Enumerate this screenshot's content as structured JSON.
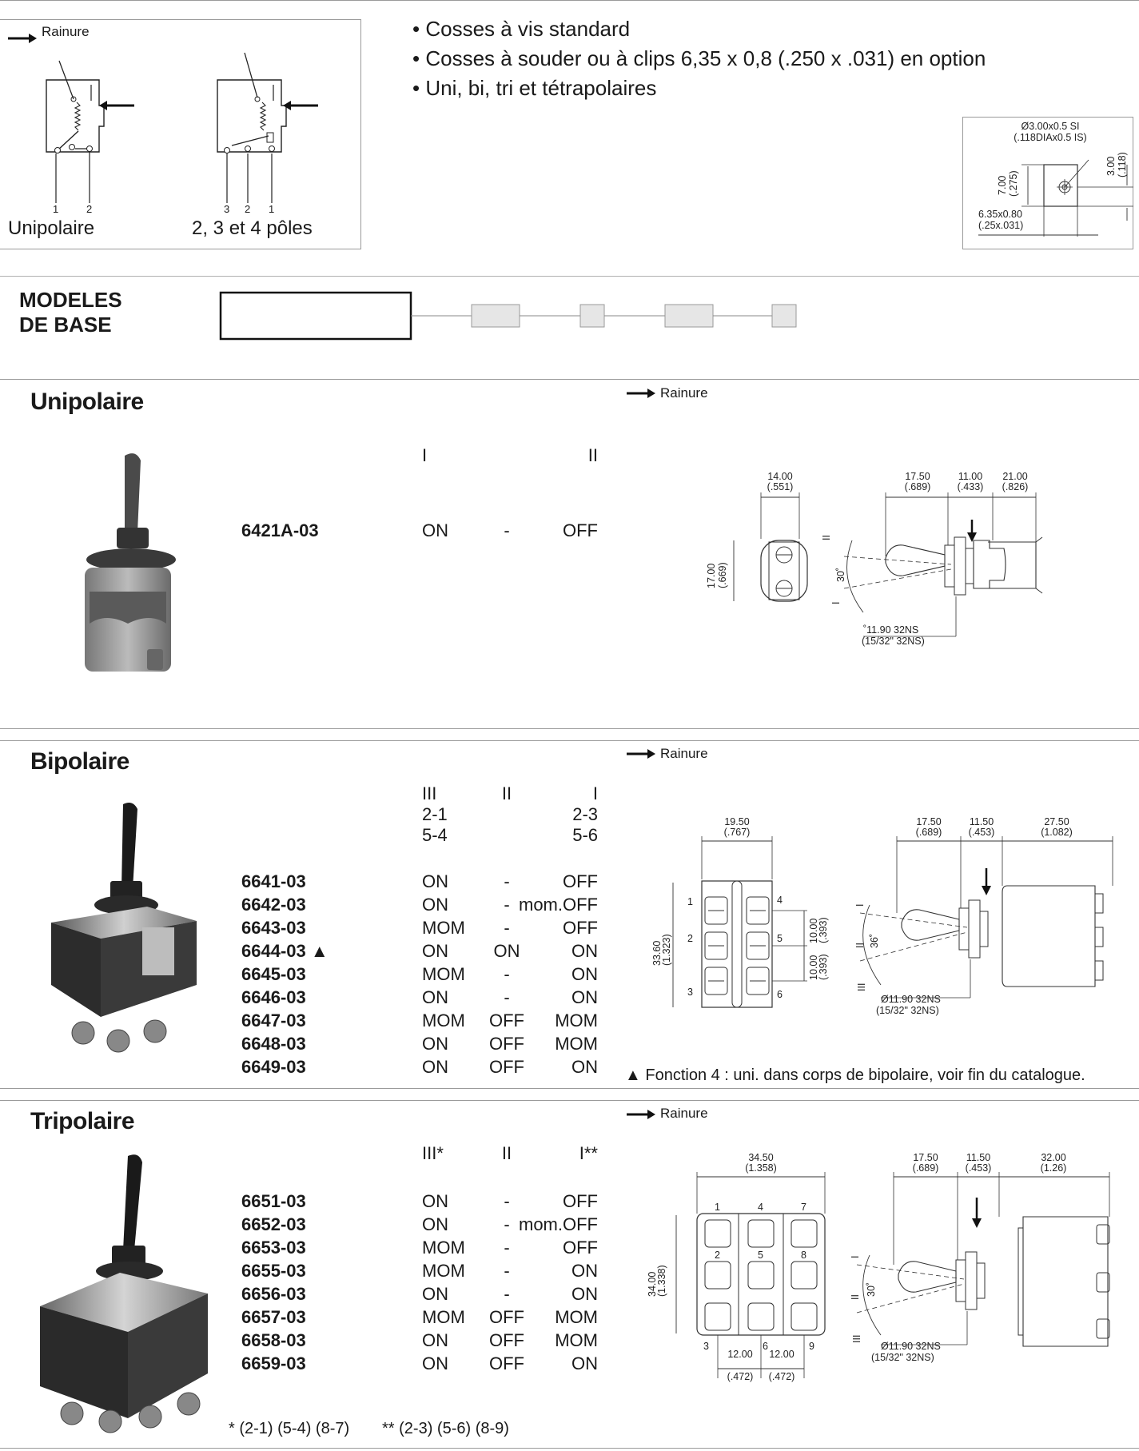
{
  "schematic": {
    "legend_label": "Rainure",
    "left_caption": "Unipolaire",
    "left_pins": [
      "1",
      "2"
    ],
    "right_caption": "2, 3 et 4 pôles",
    "right_pins": [
      "3",
      "2",
      "1"
    ]
  },
  "features": [
    "• Cosses à vis standard",
    "• Cosses à souder ou à clips 6,35 x 0,8 (.250 x .031) en option",
    "• Uni, bi, tri et tétrapolaires"
  ],
  "terminal_detail": {
    "hole": "Ø3.00x0.5 SI",
    "hole_in": "(.118DIAx0.5 IS)",
    "height": "7.00",
    "height_in": "(.275)",
    "offset": "3.00",
    "offset_in": "(.118)",
    "blade": "6.35x0.80",
    "blade_in": "(.25x.031)"
  },
  "base_models": {
    "label_line1": "MODELES",
    "label_line2": "DE  BASE"
  },
  "sections": [
    {
      "id": "unipolaire",
      "title": "Unipolaire",
      "rainure": "Rainure",
      "headers": [
        "I",
        "",
        "II"
      ],
      "rows": [
        {
          "model": "6421A-03",
          "c1": "ON",
          "c2": "-",
          "c3": "OFF"
        }
      ],
      "dims": {
        "width": "14.00",
        "width_in": "(.551)",
        "height": "17.00",
        "height_in": "(.669)",
        "d1": "17.50",
        "d1_in": "(.689)",
        "d2": "11.00",
        "d2_in": "(.433)",
        "d3": "21.00",
        "d3_in": "(.826)",
        "angle": "30˚",
        "thread": "˚11.90 32NS",
        "thread_in": "(15/32\" 32NS)",
        "pos_top": "II",
        "pos_bottom": "I"
      }
    },
    {
      "id": "bipolaire",
      "title": "Bipolaire",
      "rainure": "Rainure",
      "headers": [
        "III",
        "II",
        "I"
      ],
      "subheaders": [
        {
          "left": "2-1",
          "right": "2-3"
        },
        {
          "left": "5-4",
          "right": "5-6"
        }
      ],
      "rows": [
        {
          "model": "6641-03",
          "c1": "ON",
          "c2": "-",
          "c3": "OFF"
        },
        {
          "model": "6642-03",
          "c1": "ON",
          "c2": "-",
          "c3": "mom.OFF"
        },
        {
          "model": "6643-03",
          "c1": "MOM",
          "c2": "-",
          "c3": "OFF"
        },
        {
          "model": "6644-03 ▲",
          "c1": "ON",
          "c2": "ON",
          "c3": "ON"
        },
        {
          "model": "6645-03",
          "c1": "MOM",
          "c2": "-",
          "c3": "ON"
        },
        {
          "model": "6646-03",
          "c1": "ON",
          "c2": "-",
          "c3": "ON"
        },
        {
          "model": "6647-03",
          "c1": "MOM",
          "c2": "OFF",
          "c3": "MOM"
        },
        {
          "model": "6648-03",
          "c1": "ON",
          "c2": "OFF",
          "c3": "MOM"
        },
        {
          "model": "6649-03",
          "c1": "ON",
          "c2": "OFF",
          "c3": "ON"
        }
      ],
      "note": "▲ Fonction 4 : uni. dans corps de bipolaire, voir fin du catalogue.",
      "dims": {
        "width": "19.50",
        "width_in": "(.767)",
        "height": "33.60",
        "height_in": "(1.323)",
        "pitch1": "10.00",
        "pitch1_in": "(.393)",
        "pitch2": "10.00",
        "pitch2_in": "(.393)",
        "d1": "17.50",
        "d1_in": "(.689)",
        "d2": "11.50",
        "d2_in": "(.453)",
        "d3": "27.50",
        "d3_in": "(1.082)",
        "angle": "36˚",
        "thread": "Ø11.90 32NS",
        "thread_in": "(15/32\" 32NS)",
        "pins_left": [
          "1",
          "2",
          "3"
        ],
        "pins_right": [
          "4",
          "5",
          "6"
        ],
        "pos": [
          "I",
          "II",
          "III"
        ]
      }
    },
    {
      "id": "tripolaire",
      "title": "Tripolaire",
      "rainure": "Rainure",
      "headers": [
        "III*",
        "II",
        "I**"
      ],
      "rows": [
        {
          "model": "6651-03",
          "c1": "ON",
          "c2": "-",
          "c3": "OFF"
        },
        {
          "model": "6652-03",
          "c1": "ON",
          "c2": "-",
          "c3": "mom.OFF"
        },
        {
          "model": "6653-03",
          "c1": "MOM",
          "c2": "-",
          "c3": "OFF"
        },
        {
          "model": "6655-03",
          "c1": "MOM",
          "c2": "-",
          "c3": "ON"
        },
        {
          "model": "6656-03",
          "c1": "ON",
          "c2": "-",
          "c3": "ON"
        },
        {
          "model": "6657-03",
          "c1": "MOM",
          "c2": "OFF",
          "c3": "MOM"
        },
        {
          "model": "6658-03",
          "c1": "ON",
          "c2": "OFF",
          "c3": "MOM"
        },
        {
          "model": "6659-03",
          "c1": "ON",
          "c2": "OFF",
          "c3": "ON"
        }
      ],
      "footnote_1": "* (2-1) (5-4) (8-7)",
      "footnote_2": "** (2-3) (5-6) (8-9)",
      "dims": {
        "width": "34.50",
        "width_in": "(1.358)",
        "height": "34.00",
        "height_in": "(1.338)",
        "pitch1": "12.00",
        "pitch1_in": "(.472)",
        "pitch2": "12.00",
        "pitch2_in": "(.472)",
        "d1": "17.50",
        "d1_in": "(.689)",
        "d2": "11.50",
        "d2_in": "(.453)",
        "d3": "32.00",
        "d3_in": "(1.26)",
        "angle": "30˚",
        "thread": "Ø11.90 32NS",
        "thread_in": "(15/32\" 32NS)",
        "pins_top": [
          "1",
          "4",
          "7"
        ],
        "pins_mid": [
          "2",
          "5",
          "8"
        ],
        "pins_bottom": [
          "3",
          "6",
          "9"
        ],
        "pos": [
          "I",
          "II",
          "III"
        ]
      }
    }
  ]
}
